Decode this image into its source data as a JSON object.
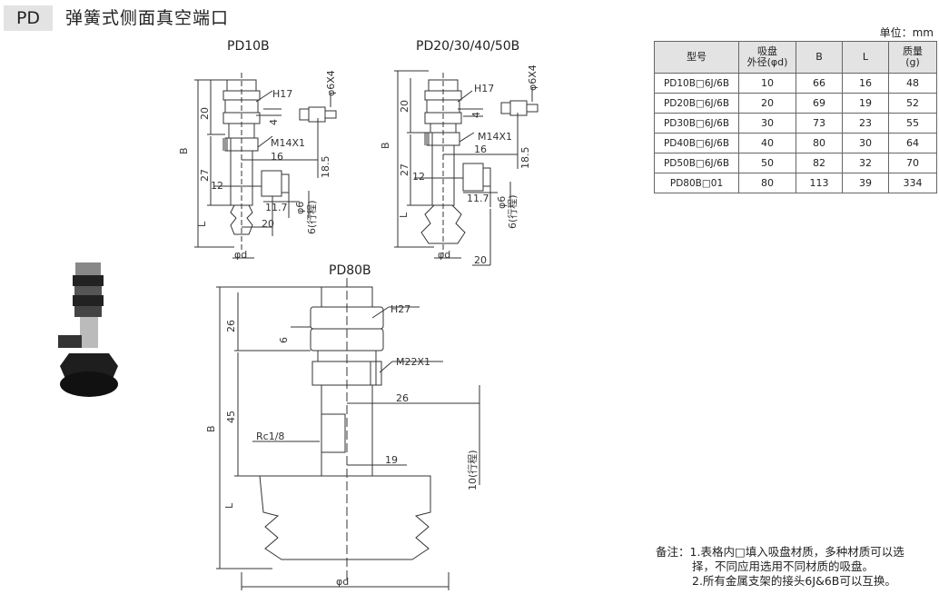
{
  "header": {
    "tag": "PD",
    "title": "弹簧式侧面真空端口"
  },
  "drawings": {
    "pd10": {
      "label": "PD10B",
      "dims": {
        "b": "B",
        "l": "L",
        "d20": "20",
        "d27": "27",
        "d12": "12",
        "h17": "H17",
        "d4": "4",
        "m14": "M14X1",
        "d16": "16",
        "d185": "18.5",
        "phi6x4": "φ6X4",
        "d117": "11.7",
        "phi6": "φ6",
        "stroke6": "6(行程)",
        "w20": "20",
        "phid": "φd"
      }
    },
    "pd20": {
      "label": "PD20/30/40/50B",
      "dims": {
        "b": "B",
        "l": "L",
        "d20": "20",
        "d27": "27",
        "d12": "12",
        "h17": "H17",
        "d4": "4",
        "m14": "M14X1",
        "d16": "16",
        "d185": "18.5",
        "phi6x4": "φ6X4",
        "d117": "11.7",
        "phi6": "φ6",
        "stroke6": "6(行程)",
        "w20": "20",
        "phid": "φd"
      }
    },
    "pd80": {
      "label": "PD80B",
      "dims": {
        "b": "B",
        "l": "L",
        "d26v": "26",
        "d6": "6",
        "d45": "45",
        "h27": "H27",
        "m22": "M22X1",
        "d26h": "26",
        "rc": "Rc1/8",
        "d19": "19",
        "stroke10": "10(行程)",
        "phid": "φd"
      }
    }
  },
  "table": {
    "unit_label": "单位：mm",
    "headers": [
      "型号",
      "吸盘",
      "外径(φd)",
      "B",
      "L",
      "质量",
      "(g)"
    ],
    "rows": [
      [
        "PD10B□6J/6B",
        "10",
        "66",
        "16",
        "48"
      ],
      [
        "PD20B□6J/6B",
        "20",
        "69",
        "19",
        "52"
      ],
      [
        "PD30B□6J/6B",
        "30",
        "73",
        "23",
        "55"
      ],
      [
        "PD40B□6J/6B",
        "40",
        "80",
        "30",
        "64"
      ],
      [
        "PD50B□6J/6B",
        "50",
        "82",
        "32",
        "70"
      ],
      [
        "PD80B□01",
        "80",
        "113",
        "39",
        "334"
      ]
    ]
  },
  "notes": {
    "prefix": "备注：",
    "line1": "1.表格内□填入吸盘材质，多种材质可以选",
    "line1b": "择，不同应用选用不同材质的吸盘。",
    "line2": "2.所有金属支架的接头6J&6B可以互换。"
  },
  "colors": {
    "tag_bg": "#e3e3e3",
    "line": "#333333",
    "header_bg": "#e3e3e3"
  }
}
